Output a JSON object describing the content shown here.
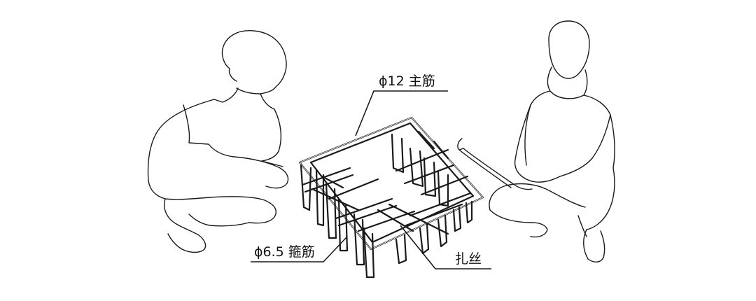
{
  "labels": {
    "main_bar": "ϕ12 主筋",
    "stirrup": "ϕ6.5 箍筋",
    "tie_wire": "扎丝"
  }
}
